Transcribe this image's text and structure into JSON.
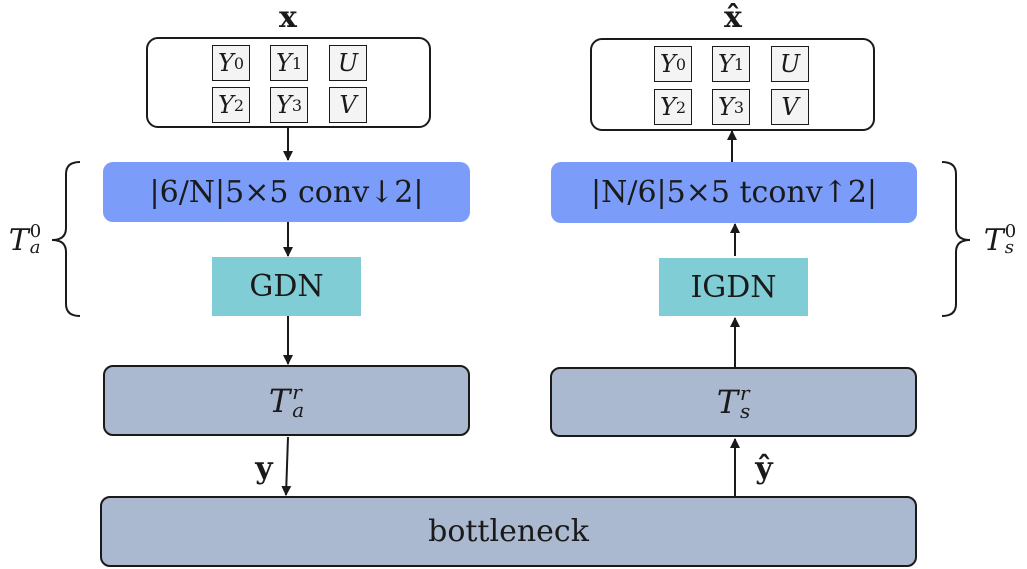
{
  "input_label": "x",
  "output_label": "x̂",
  "input_cells": [
    [
      "Y",
      "0"
    ],
    [
      "Y",
      "1"
    ],
    [
      "U",
      ""
    ],
    [
      "Y",
      "2"
    ],
    [
      "Y",
      "3"
    ],
    [
      "V",
      ""
    ]
  ],
  "output_cells": [
    [
      "Y",
      "0"
    ],
    [
      "Y",
      "1"
    ],
    [
      "U",
      ""
    ],
    [
      "Y",
      "2"
    ],
    [
      "Y",
      "3"
    ],
    [
      "V",
      ""
    ]
  ],
  "analysis": {
    "conv_text": "|6/N|5×5 conv↓2|",
    "gdn_text": "GDN",
    "transform_main": "T",
    "transform_sup": "r",
    "transform_sub": "a",
    "bracket_main": "T",
    "bracket_sup": "0",
    "bracket_sub": "a"
  },
  "synthesis": {
    "conv_text": "|N/6|5×5 tconv↑2|",
    "gdn_text": "IGDN",
    "transform_main": "T",
    "transform_sup": "r",
    "transform_sub": "s",
    "bracket_main": "T",
    "bracket_sup": "0",
    "bracket_sub": "s"
  },
  "latent_label": "y",
  "latent_hat_label": "ŷ",
  "bottleneck_label": "bottleneck"
}
